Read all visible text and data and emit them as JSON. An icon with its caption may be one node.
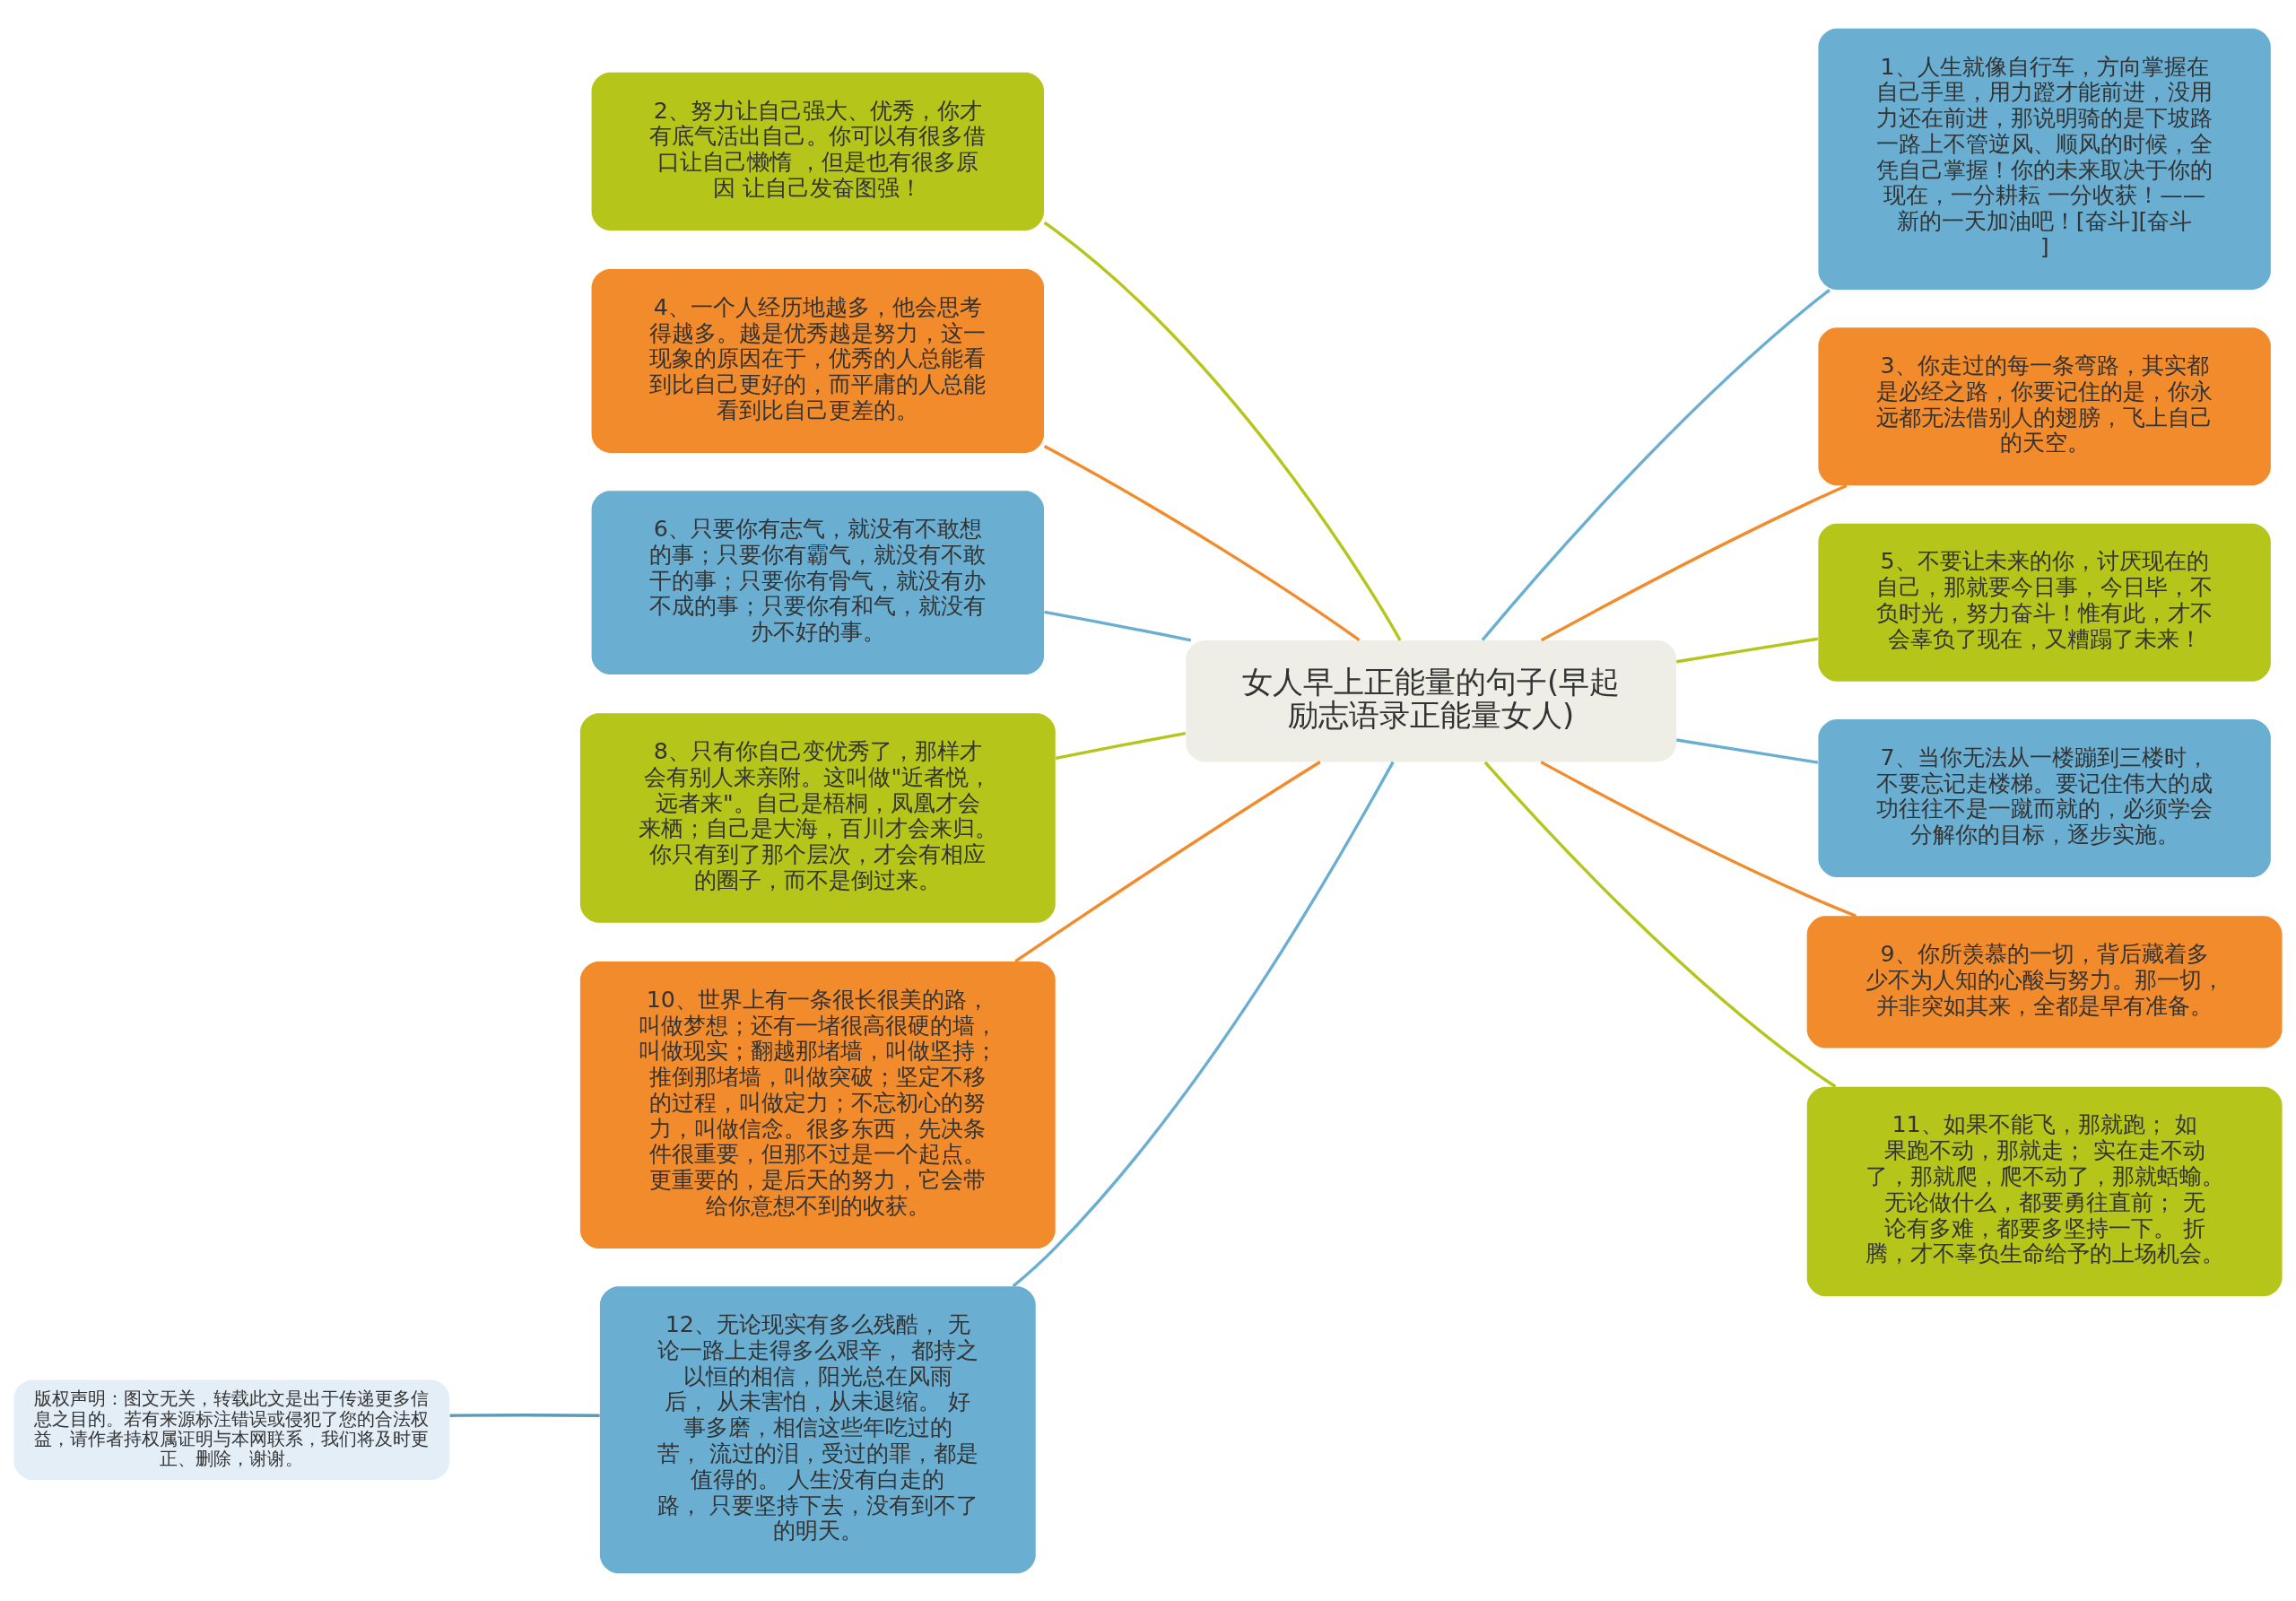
{
  "diagram": {
    "nodes": [
      {
        "text": [
          "女人早上正能量的句子(早起励志语录正能量女人)"
        ]
      },
      {
        "text": [
          "1、人生就像自行车，方向掌握在自己手里，用力蹬才能前进，没用力还在前进，那说明骑的是下坡路一路上不管逆风、顺风的时候，全凭自己掌握！你的未来取决于你的现在，一分耕耘 一分收获！——新的一天加油吧！[奋斗][奋斗]"
        ]
      },
      {
        "text": [
          "2、努力让自己强大、优秀，你才有底气活出自己。你可以有很多借口让自己懒惰 ，但是也有很多原因 让自己发奋图强！"
        ]
      },
      {
        "text": [
          "3、你走过的每一条弯路，其实都是必经之路，你要记住的是，你永远都无法借别人的翅膀，飞上自己的天空。"
        ]
      },
      {
        "text": [
          "4、一个人经历地越多，他会思考得越多。越是优秀越是努力，这一现象的原因在于，优秀的人总能看到比自己更好的，而平庸的人总能看到比自己更差的。"
        ]
      },
      {
        "text": [
          "5、不要让未来的你，讨厌现在的自己，那就要今日事，今日毕，不负时光，努力奋斗！惟有此，才不会辜负了现在，又糟蹋了未来！"
        ]
      },
      {
        "text": [
          "6、只要你有志气，就没有不敢想的事；只要你有霸气，就没有不敢干的事；只要你有骨气，就没有办不成的事；只要你有和气，就没有办不好的事。"
        ]
      },
      {
        "text": [
          "7、当你无法从一楼蹦到三楼时，不要忘记走楼梯。要记住伟大的成功往往不是一蹴而就的，必须学会分解你的目标，逐步实施。"
        ]
      },
      {
        "text": [
          "8、只有你自己变优秀了，那样才会有别人来亲附。这叫做\"近者悦，远者来\"。自己是梧桐，凤凰才会来栖；自己是大海，百川才会来归。你只有到了那个层次，才会有相应的圈子，而不是倒过来。"
        ]
      },
      {
        "text": [
          "9、你所羡慕的一切，背后藏着多少不为人知的心酸与努力。那一切，并非突如其来，全都是早有准备。"
        ]
      },
      {
        "text": [
          "10、世界上有一条很长很美的路，叫做梦想；还有一堵很高很硬的墙，叫做现实；翻越那堵墙，叫做坚持；推倒那堵墙，叫做突破；坚定不移的过程，叫做定力；不忘初心的努力，叫做信念。很多东西，先决条件很重要，但那不过是一个起点。更重要的，是后天的努力，它会带给你意想不到的收获。"
        ]
      },
      {
        "text": [
          "11、如果不能飞，那就跑； 如果跑不动，那就走； 实在走不动了，那就爬，爬不动了，那就蛞蝓。无论做什么，都要勇往直前； 无论有多难，都要多坚持一下。 折腾，才不辜负生命给予的上场机会。"
        ]
      },
      {
        "text": [
          "12、无论现实有多么残酷， 无论一路上走得多么艰辛， 都持之以恒的相信，阳光总在风雨后， 从未害怕，从未退缩。 好事多磨，相信这些年吃过的苦， 流过的泪，受过的罪，都是值得的。 人生没有白走的路， 只要坚持下去，没有到不了的明天。"
        ]
      },
      {
        "text": [
          "版权声明：图文无关，转载此文是出于传递更多信息之目的。若有来源标注错误或侵犯了您的合法权益，请作者持权属证明与本网联系，我们将及时更正、删除，谢谢。"
        ]
      }
    ],
    "edges": [
      {
        "from": 0,
        "to": 2,
        "arrow": "none",
        "color": "#b5c51a"
      },
      {
        "from": 0,
        "to": 4,
        "arrow": "none",
        "color": "#f28b2c"
      },
      {
        "from": 0,
        "to": 6,
        "arrow": "none",
        "color": "#6aafd2"
      },
      {
        "from": 0,
        "to": 8,
        "arrow": "none",
        "color": "#b5c51a"
      },
      {
        "from": 0,
        "to": 10,
        "arrow": "none",
        "color": "#f28b2c"
      },
      {
        "from": 0,
        "to": 12,
        "arrow": "none",
        "color": "#6aafd2"
      },
      {
        "from": 0,
        "to": 1,
        "arrow": "none",
        "color": "#6aafd2"
      },
      {
        "from": 0,
        "to": 3,
        "arrow": "none",
        "color": "#f28b2c"
      },
      {
        "from": 0,
        "to": 5,
        "arrow": "none",
        "color": "#b5c51a"
      },
      {
        "from": 0,
        "to": 7,
        "arrow": "none",
        "color": "#6aafd2"
      },
      {
        "from": 0,
        "to": 9,
        "arrow": "none",
        "color": "#f28b2c"
      },
      {
        "from": 0,
        "to": 11,
        "arrow": "none",
        "color": "#b5c51a"
      },
      {
        "from": 12,
        "to": 13,
        "arrow": "none",
        "color": "#5b9bb5"
      }
    ]
  }
}
